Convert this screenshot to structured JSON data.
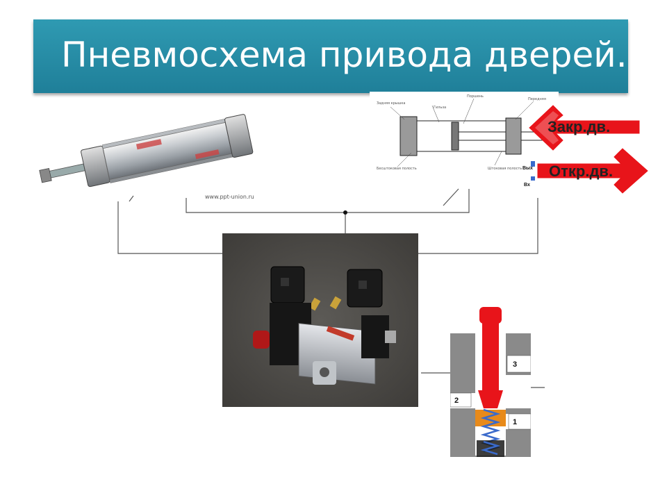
{
  "slide": {
    "title": "Пневмосхема привода дверей."
  },
  "cylinder_photo": {
    "url_label": "www.ppt-union.ru"
  },
  "cylinder_drawing": {
    "labels": {
      "top_left": "Задняя крышка",
      "top_mid": "Поршень",
      "top_mid2": "Гильза",
      "top_right": "Передняя",
      "bottom_left": "Бесштоковая полость",
      "bottom_right": "Штоковая полость",
      "right_in": "Вых",
      "right_out": "Вх"
    }
  },
  "arrows": {
    "close_label": "Закр.дв.",
    "open_label": "Откр.дв."
  },
  "valve_section": {
    "port_3": "3",
    "port_2": "2",
    "port_1": "1"
  },
  "colors": {
    "title_bar": "#2a93ab",
    "arrow_red": "#e8141a",
    "valve_body": "#8a8a8a",
    "valve_stem": "#e8141a",
    "valve_seat": "#e88a1a",
    "spring": "#3a6acb"
  }
}
